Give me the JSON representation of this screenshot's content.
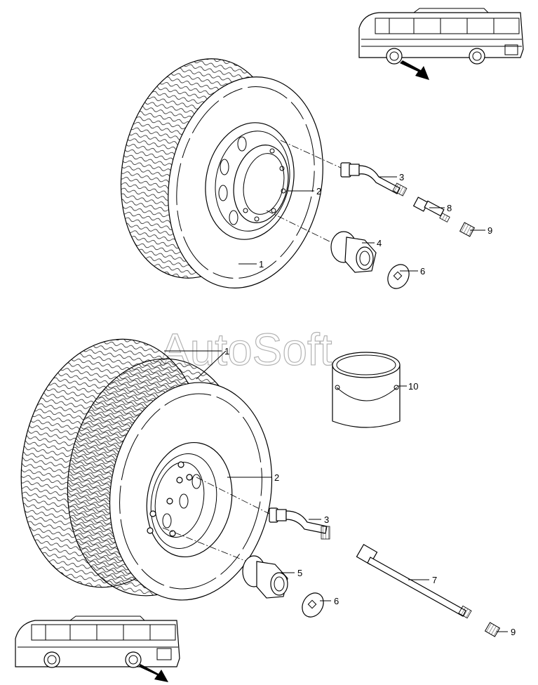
{
  "watermark": "AutoSoft",
  "callouts": [
    {
      "id": "c1",
      "text": "1"
    },
    {
      "id": "c2",
      "text": "2"
    },
    {
      "id": "c3",
      "text": "3"
    },
    {
      "id": "c4",
      "text": "4"
    },
    {
      "id": "c5",
      "text": "5"
    },
    {
      "id": "c6",
      "text": "6"
    },
    {
      "id": "c7",
      "text": "7"
    },
    {
      "id": "c8",
      "text": "8"
    },
    {
      "id": "c9",
      "text": "9"
    },
    {
      "id": "c10",
      "text": "10"
    }
  ]
}
